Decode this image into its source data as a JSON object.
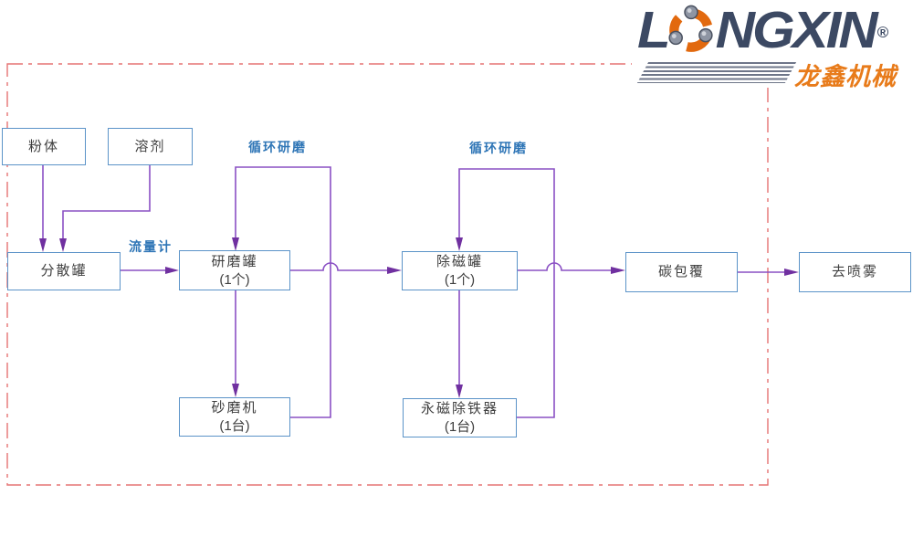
{
  "logo": {
    "word_start": "L",
    "word_end": "NGXIN",
    "registered": "®",
    "chinese_name": "龙鑫机械"
  },
  "colors": {
    "box_border": "#5b93c8",
    "flow_line": "#8a50c4",
    "arrow_fill": "#7030a0",
    "annotation_blue": "#2e75b6",
    "dashed_border": "#e57373",
    "logo_navy": "#3c4963",
    "logo_orange": "#e2690e",
    "logo_cn_orange": "#e87b1a"
  },
  "nodes": [
    {
      "id": "powder",
      "label": "粉体"
    },
    {
      "id": "solvent",
      "label": "溶剂"
    },
    {
      "id": "dispersion-tank",
      "label": "分散罐"
    },
    {
      "id": "grinding-tank",
      "label": "研磨罐",
      "sublabel": "(1个)"
    },
    {
      "id": "sand-mill",
      "label": "砂磨机",
      "sublabel": "(1台)"
    },
    {
      "id": "demag-tank",
      "label": "除磁罐",
      "sublabel": "(1个)"
    },
    {
      "id": "iron-remover",
      "label": "永磁除铁器",
      "sublabel": "(1台)"
    },
    {
      "id": "carbon-coating",
      "label": "碳包覆"
    },
    {
      "id": "to-spray",
      "label": "去喷雾"
    }
  ],
  "annotations": {
    "flow_meter": "流量计",
    "circulation_left": "循环研磨",
    "circulation_right": "循环研磨"
  },
  "edges": [
    {
      "from": "粉体",
      "to": "分散罐"
    },
    {
      "from": "溶剂",
      "to": "分散罐"
    },
    {
      "from": "分散罐",
      "to": "研磨罐",
      "label": "流量计"
    },
    {
      "from": "研磨罐",
      "to": "砂磨机"
    },
    {
      "from": "砂磨机",
      "to": "研磨罐",
      "label": "循环研磨"
    },
    {
      "from": "研磨罐",
      "to": "除磁罐"
    },
    {
      "from": "除磁罐",
      "to": "永磁除铁器"
    },
    {
      "from": "永磁除铁器",
      "to": "除磁罐",
      "label": "循环研磨"
    },
    {
      "from": "除磁罐",
      "to": "碳包覆"
    },
    {
      "from": "碳包覆",
      "to": "去喷雾"
    }
  ]
}
